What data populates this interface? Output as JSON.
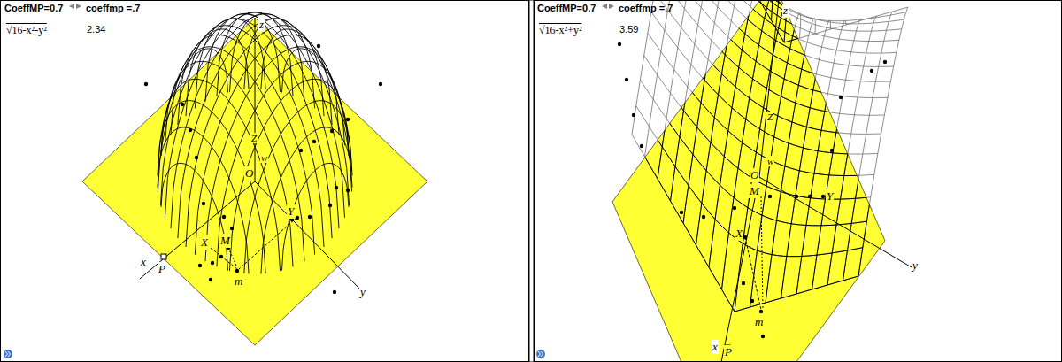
{
  "diagram": {
    "labels": [
      "CoeffMP=0.7",
      "coeffmp =.7",
      "√16-x²-y²",
      "2.34",
      "z",
      "Z",
      "w",
      "O",
      "X",
      "M",
      "Y",
      "m",
      "x",
      "P",
      "y",
      "CoeffMP=0.7",
      "coeffmp =.7",
      "√16-x²+y²",
      "3.59",
      "z",
      "Z",
      "w",
      "O",
      "M",
      "Y",
      "X",
      "x",
      "P",
      "m",
      "y"
    ]
  }
}
